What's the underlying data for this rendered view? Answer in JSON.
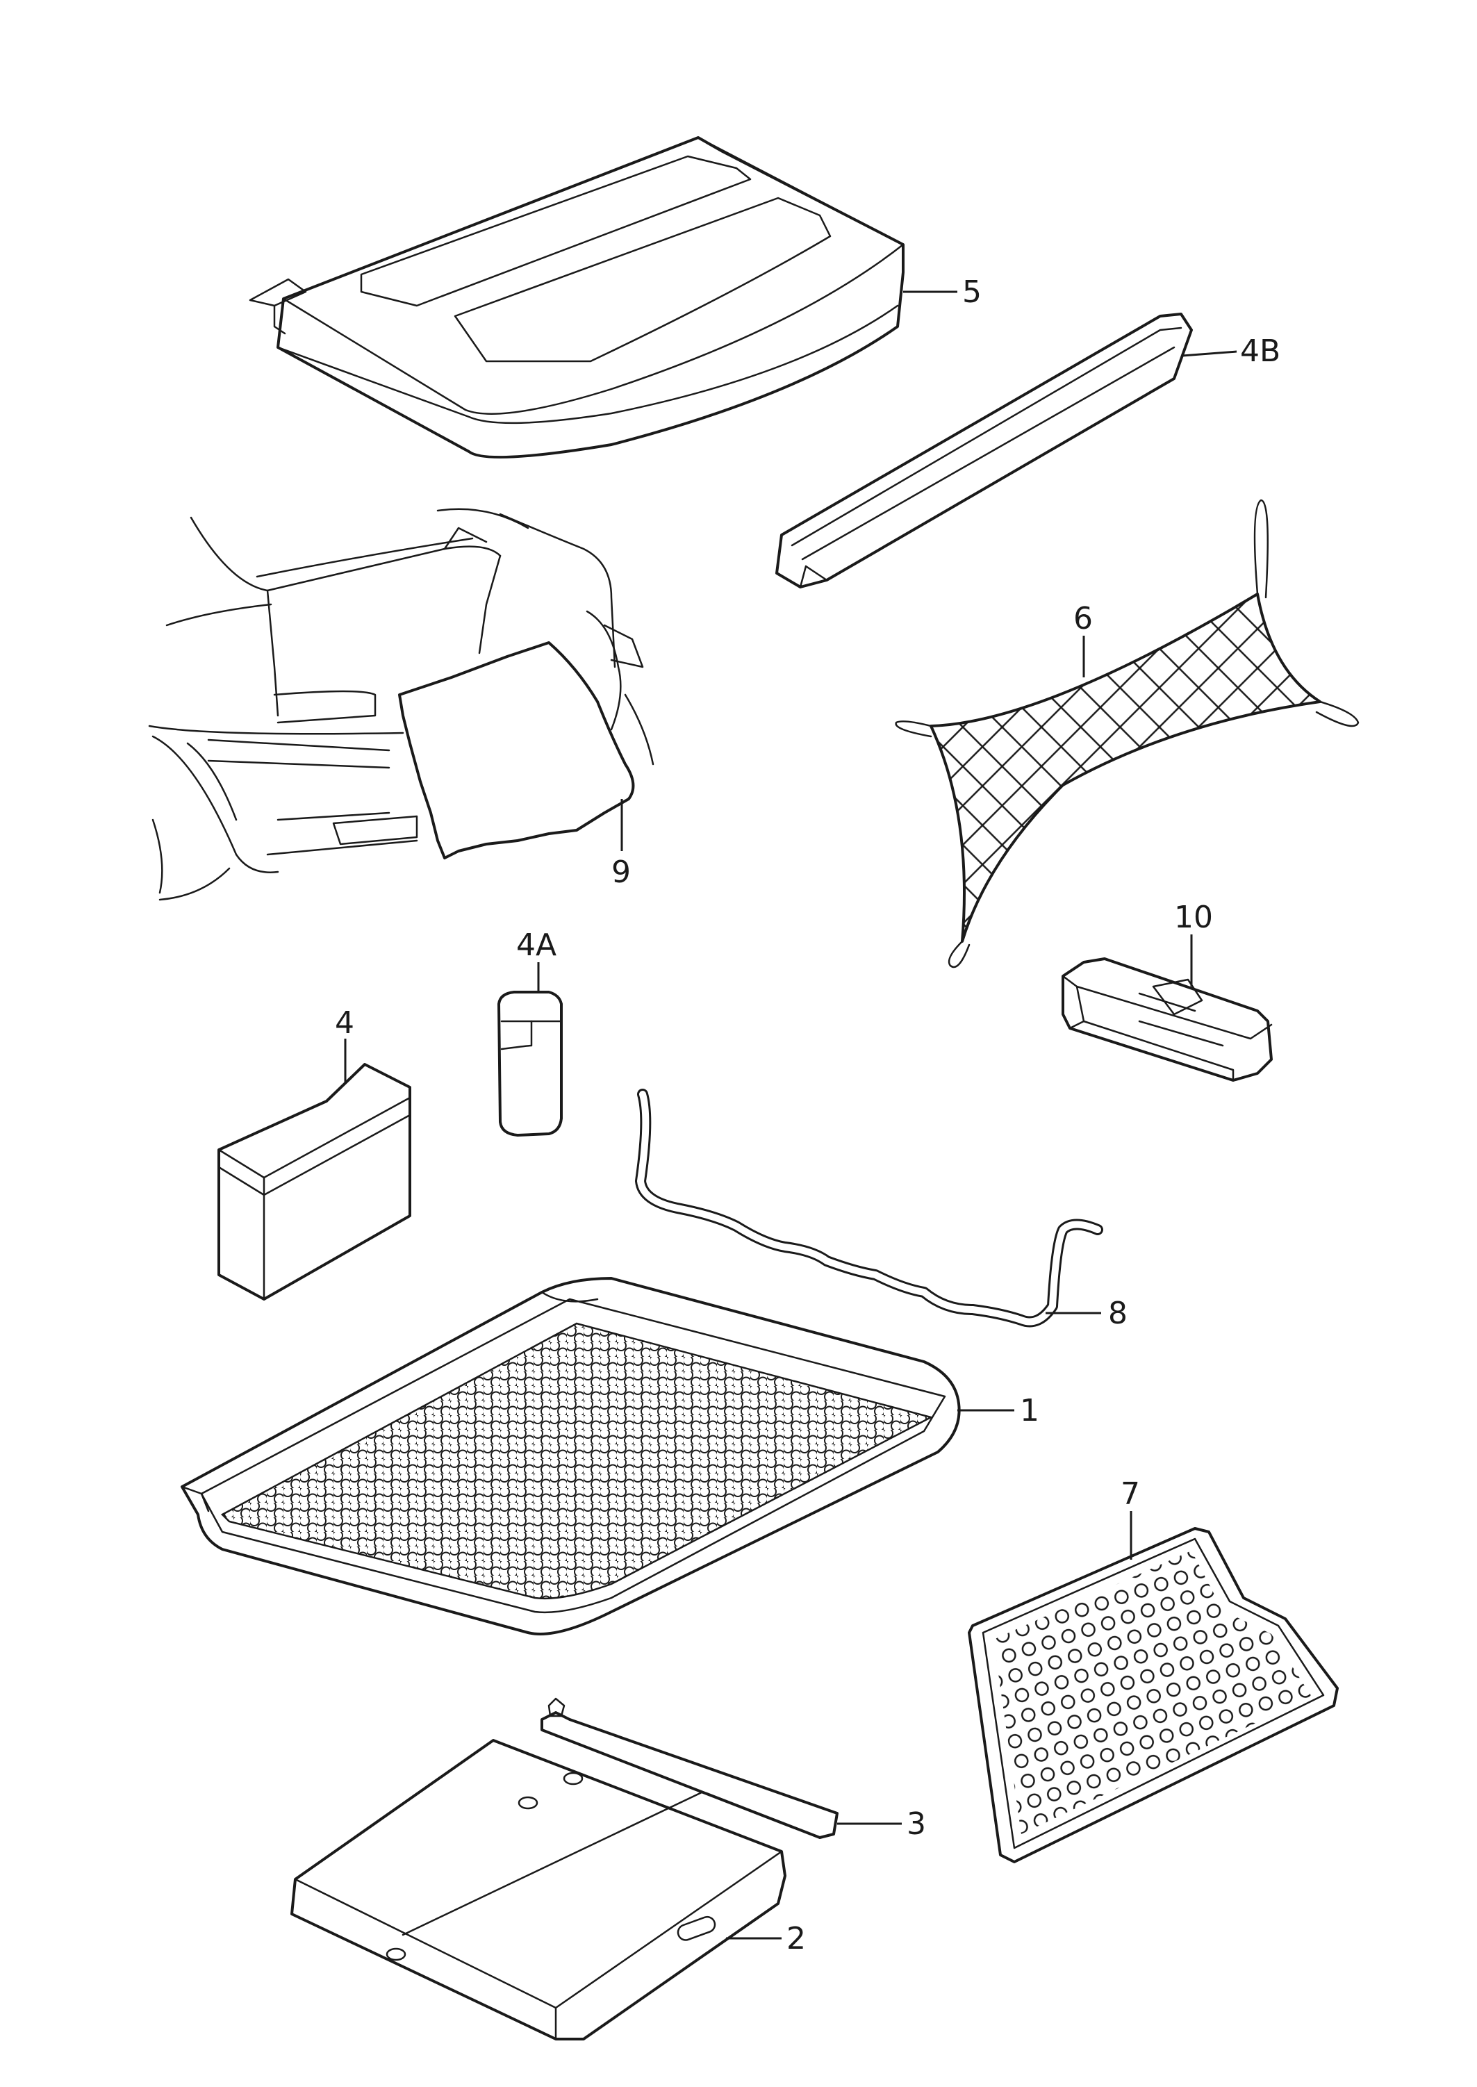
{
  "callouts": {
    "p1": "1",
    "p2": "2",
    "p3": "3",
    "p4": "4",
    "p4a": "4A",
    "p4b": "4B",
    "p5": "5",
    "p6": "6",
    "p7": "7",
    "p8": "8",
    "p9": "9",
    "p10": "10"
  }
}
